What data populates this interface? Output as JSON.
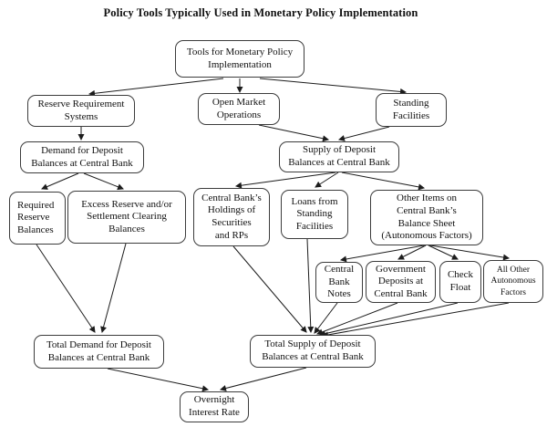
{
  "title": "Policy Tools Typically Used in Monetary Policy Implementation",
  "diagram": {
    "nodes": {
      "tools": {
        "label": "Tools for Monetary Policy\nImplementation"
      },
      "reserve_requirement": {
        "label": "Reserve Requirement\nSystems"
      },
      "open_market": {
        "label": "Open Market\nOperations"
      },
      "standing_facilities": {
        "label": "Standing\nFacilities"
      },
      "demand_deposit": {
        "label": "Demand for Deposit\nBalances at Central Bank"
      },
      "supply_deposit": {
        "label": "Supply of Deposit\nBalances at Central Bank"
      },
      "required_reserve": {
        "label": "Required\nReserve\nBalances"
      },
      "excess_reserve": {
        "label": "Excess Reserve and/or\nSettlement Clearing\nBalances"
      },
      "cb_holdings": {
        "label": "Central Bank’s\nHoldings of\nSecurities\nand RPs"
      },
      "loans_standing": {
        "label": "Loans from\nStanding\nFacilities"
      },
      "other_items": {
        "label": "Other Items on\nCentral Bank’s\nBalance Sheet\n(Autonomous Factors)"
      },
      "cb_notes": {
        "label": "Central\nBank\nNotes"
      },
      "govt_deposits": {
        "label": "Government\nDeposits at\nCentral Bank"
      },
      "check_float": {
        "label": "Check\nFloat"
      },
      "all_other": {
        "label": "All Other\nAutonomous\nFactors"
      },
      "total_demand": {
        "label": "Total Demand for Deposit\nBalances at Central Bank"
      },
      "total_supply": {
        "label": "Total Supply of Deposit\nBalances at Central Bank"
      },
      "overnight": {
        "label": "Overnight\nInterest Rate"
      }
    },
    "edges": [
      {
        "from": "tools",
        "to": "reserve_requirement"
      },
      {
        "from": "tools",
        "to": "open_market"
      },
      {
        "from": "tools",
        "to": "standing_facilities"
      },
      {
        "from": "reserve_requirement",
        "to": "demand_deposit"
      },
      {
        "from": "demand_deposit",
        "to": "required_reserve"
      },
      {
        "from": "demand_deposit",
        "to": "excess_reserve"
      },
      {
        "from": "open_market",
        "to": "supply_deposit"
      },
      {
        "from": "standing_facilities",
        "to": "supply_deposit"
      },
      {
        "from": "supply_deposit",
        "to": "cb_holdings"
      },
      {
        "from": "supply_deposit",
        "to": "loans_standing"
      },
      {
        "from": "supply_deposit",
        "to": "other_items"
      },
      {
        "from": "other_items",
        "to": "cb_notes"
      },
      {
        "from": "other_items",
        "to": "govt_deposits"
      },
      {
        "from": "other_items",
        "to": "check_float"
      },
      {
        "from": "other_items",
        "to": "all_other"
      },
      {
        "from": "required_reserve",
        "to": "total_demand"
      },
      {
        "from": "excess_reserve",
        "to": "total_demand"
      },
      {
        "from": "cb_holdings",
        "to": "total_supply"
      },
      {
        "from": "loans_standing",
        "to": "total_supply"
      },
      {
        "from": "cb_notes",
        "to": "total_supply"
      },
      {
        "from": "govt_deposits",
        "to": "total_supply"
      },
      {
        "from": "check_float",
        "to": "total_supply"
      },
      {
        "from": "all_other",
        "to": "total_supply"
      },
      {
        "from": "total_demand",
        "to": "overnight"
      },
      {
        "from": "total_supply",
        "to": "overnight"
      }
    ]
  }
}
